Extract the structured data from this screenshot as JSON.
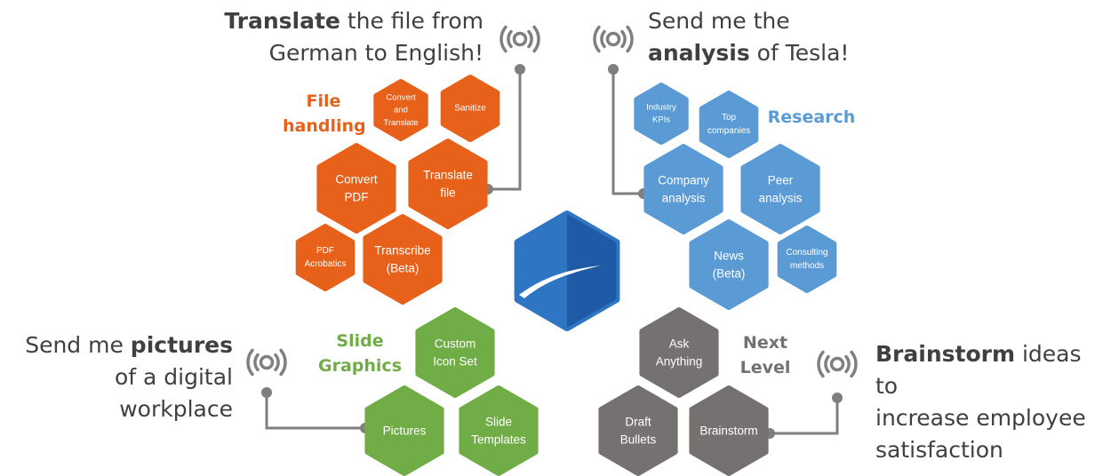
{
  "prompts": {
    "top_left": {
      "bold": "Translate",
      "line1_rest": " the file from",
      "line2": "German to English!"
    },
    "top_right": {
      "line1": "Send me the",
      "bold": "analysis",
      "line2_rest": " of Tesla!"
    },
    "bottom_left": {
      "line1_pre": "Send me ",
      "bold": "pictures",
      "line2": "of a digital workplace"
    },
    "bottom_right": {
      "bold": "Brainstorm",
      "line1_rest": " ideas to",
      "line2": "increase employee",
      "line3": "satisfaction"
    }
  },
  "categories": {
    "file_handling": {
      "line1": "File",
      "line2": "handling"
    },
    "research": {
      "label": "Research"
    },
    "slide_graphics": {
      "line1": "Slide",
      "line2": "Graphics"
    },
    "next_level": {
      "line1": "Next",
      "line2": "Level"
    }
  },
  "hexagons": {
    "file_handling": [
      {
        "lines": [
          "Convert",
          "and",
          "Translate"
        ]
      },
      {
        "lines": [
          "Sanitize"
        ]
      },
      {
        "lines": [
          "Convert",
          "PDF"
        ]
      },
      {
        "lines": [
          "Translate",
          "file"
        ]
      },
      {
        "lines": [
          "PDF",
          "Acrobatics"
        ]
      },
      {
        "lines": [
          "Transcribe",
          "(Beta)"
        ]
      }
    ],
    "research": [
      {
        "lines": [
          "Industry",
          "KPIs"
        ]
      },
      {
        "lines": [
          "Top",
          "companies"
        ]
      },
      {
        "lines": [
          "Company",
          "analysis"
        ]
      },
      {
        "lines": [
          "Peer",
          "analysis"
        ]
      },
      {
        "lines": [
          "News",
          "(Beta)"
        ]
      },
      {
        "lines": [
          "Consulting",
          "methods"
        ]
      }
    ],
    "slide_graphics": [
      {
        "lines": [
          "Custom",
          "Icon Set"
        ]
      },
      {
        "lines": [
          "Pictures"
        ]
      },
      {
        "lines": [
          "Slide",
          "Templates"
        ]
      }
    ],
    "next_level": [
      {
        "lines": [
          "Ask",
          "Anything"
        ]
      },
      {
        "lines": [
          "Draft",
          "Bullets"
        ]
      },
      {
        "lines": [
          "Brainstorm"
        ]
      }
    ]
  },
  "colors": {
    "file_handling": "#e8611a",
    "research": "#5b9bd5",
    "slide_graphics": "#70ad47",
    "next_level": "#767171",
    "connector": "#7f7f7f",
    "logo_left": "#2e75c4",
    "logo_right": "#1f5aa6"
  },
  "icons": [
    "broadcast-icon",
    "logo-hexagon-icon"
  ]
}
